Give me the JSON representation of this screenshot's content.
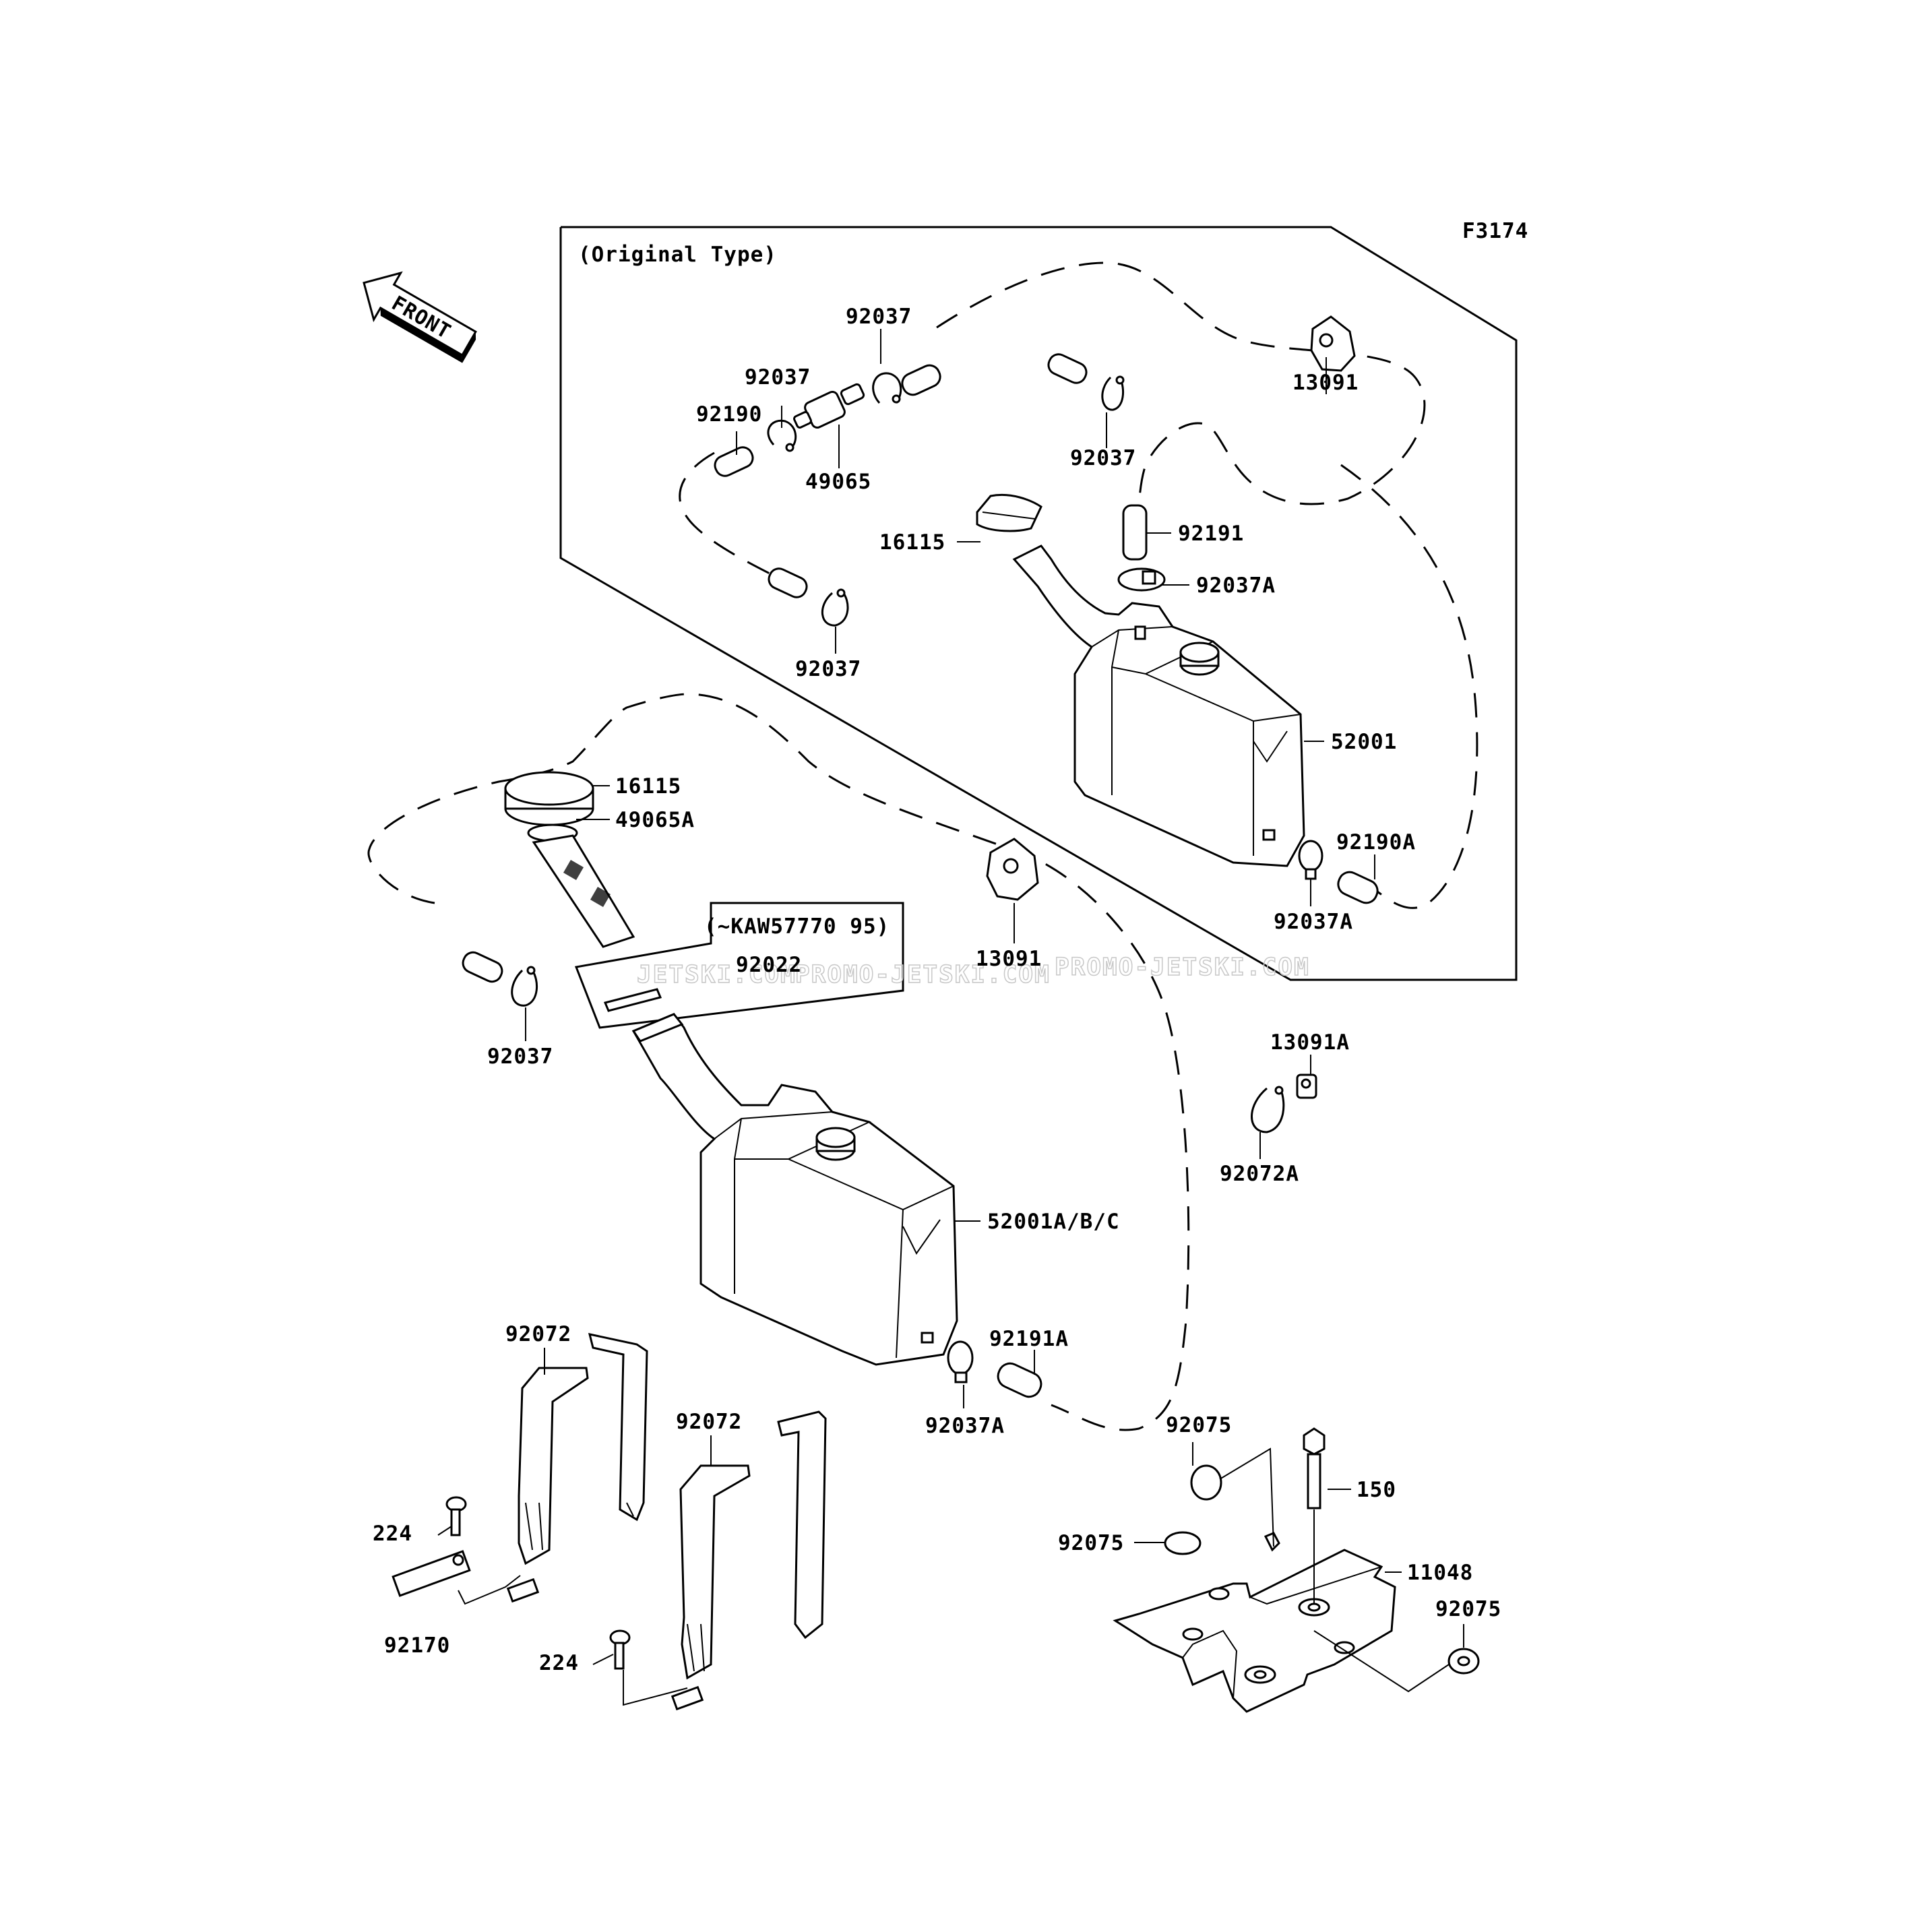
{
  "figure_code": "F3174",
  "front_arrow_label": "FRONT",
  "original_type_label": "(Original Type)",
  "serial_box_label": "(~KAW57770 95)",
  "watermark": {
    "text1": "JETSKI.COM",
    "text2": "PROMO-JETSKI.COM",
    "text3": "PROMO-JETSKI.COM"
  },
  "callouts": {
    "c92037_top": "92037",
    "c92037_left": "92037",
    "c92190": "92190",
    "c49065": "49065",
    "c92037_right": "92037",
    "c13091_top": "13091",
    "c16115_top": "16115",
    "c92191": "92191",
    "c92037A_top": "92037A",
    "c92037_mid": "92037",
    "c52001": "52001",
    "c92190A": "92190A",
    "c92037A_right": "92037A",
    "c16115_low": "16115",
    "c49065A": "49065A",
    "c13091_low": "13091",
    "c92022": "92022",
    "c92037_low": "92037",
    "c13091A": "13091A",
    "c92072A": "92072A",
    "c52001ABC": "52001A/B/C",
    "c92072_left": "92072",
    "c92072_mid": "92072",
    "c92191A": "92191A",
    "c92037A_low": "92037A",
    "c224_upper": "224",
    "c92170": "92170",
    "c224_lower": "224",
    "c92075_top": "92075",
    "c150": "150",
    "c92075_mid": "92075",
    "c11048": "11048",
    "c92075_right": "92075"
  }
}
